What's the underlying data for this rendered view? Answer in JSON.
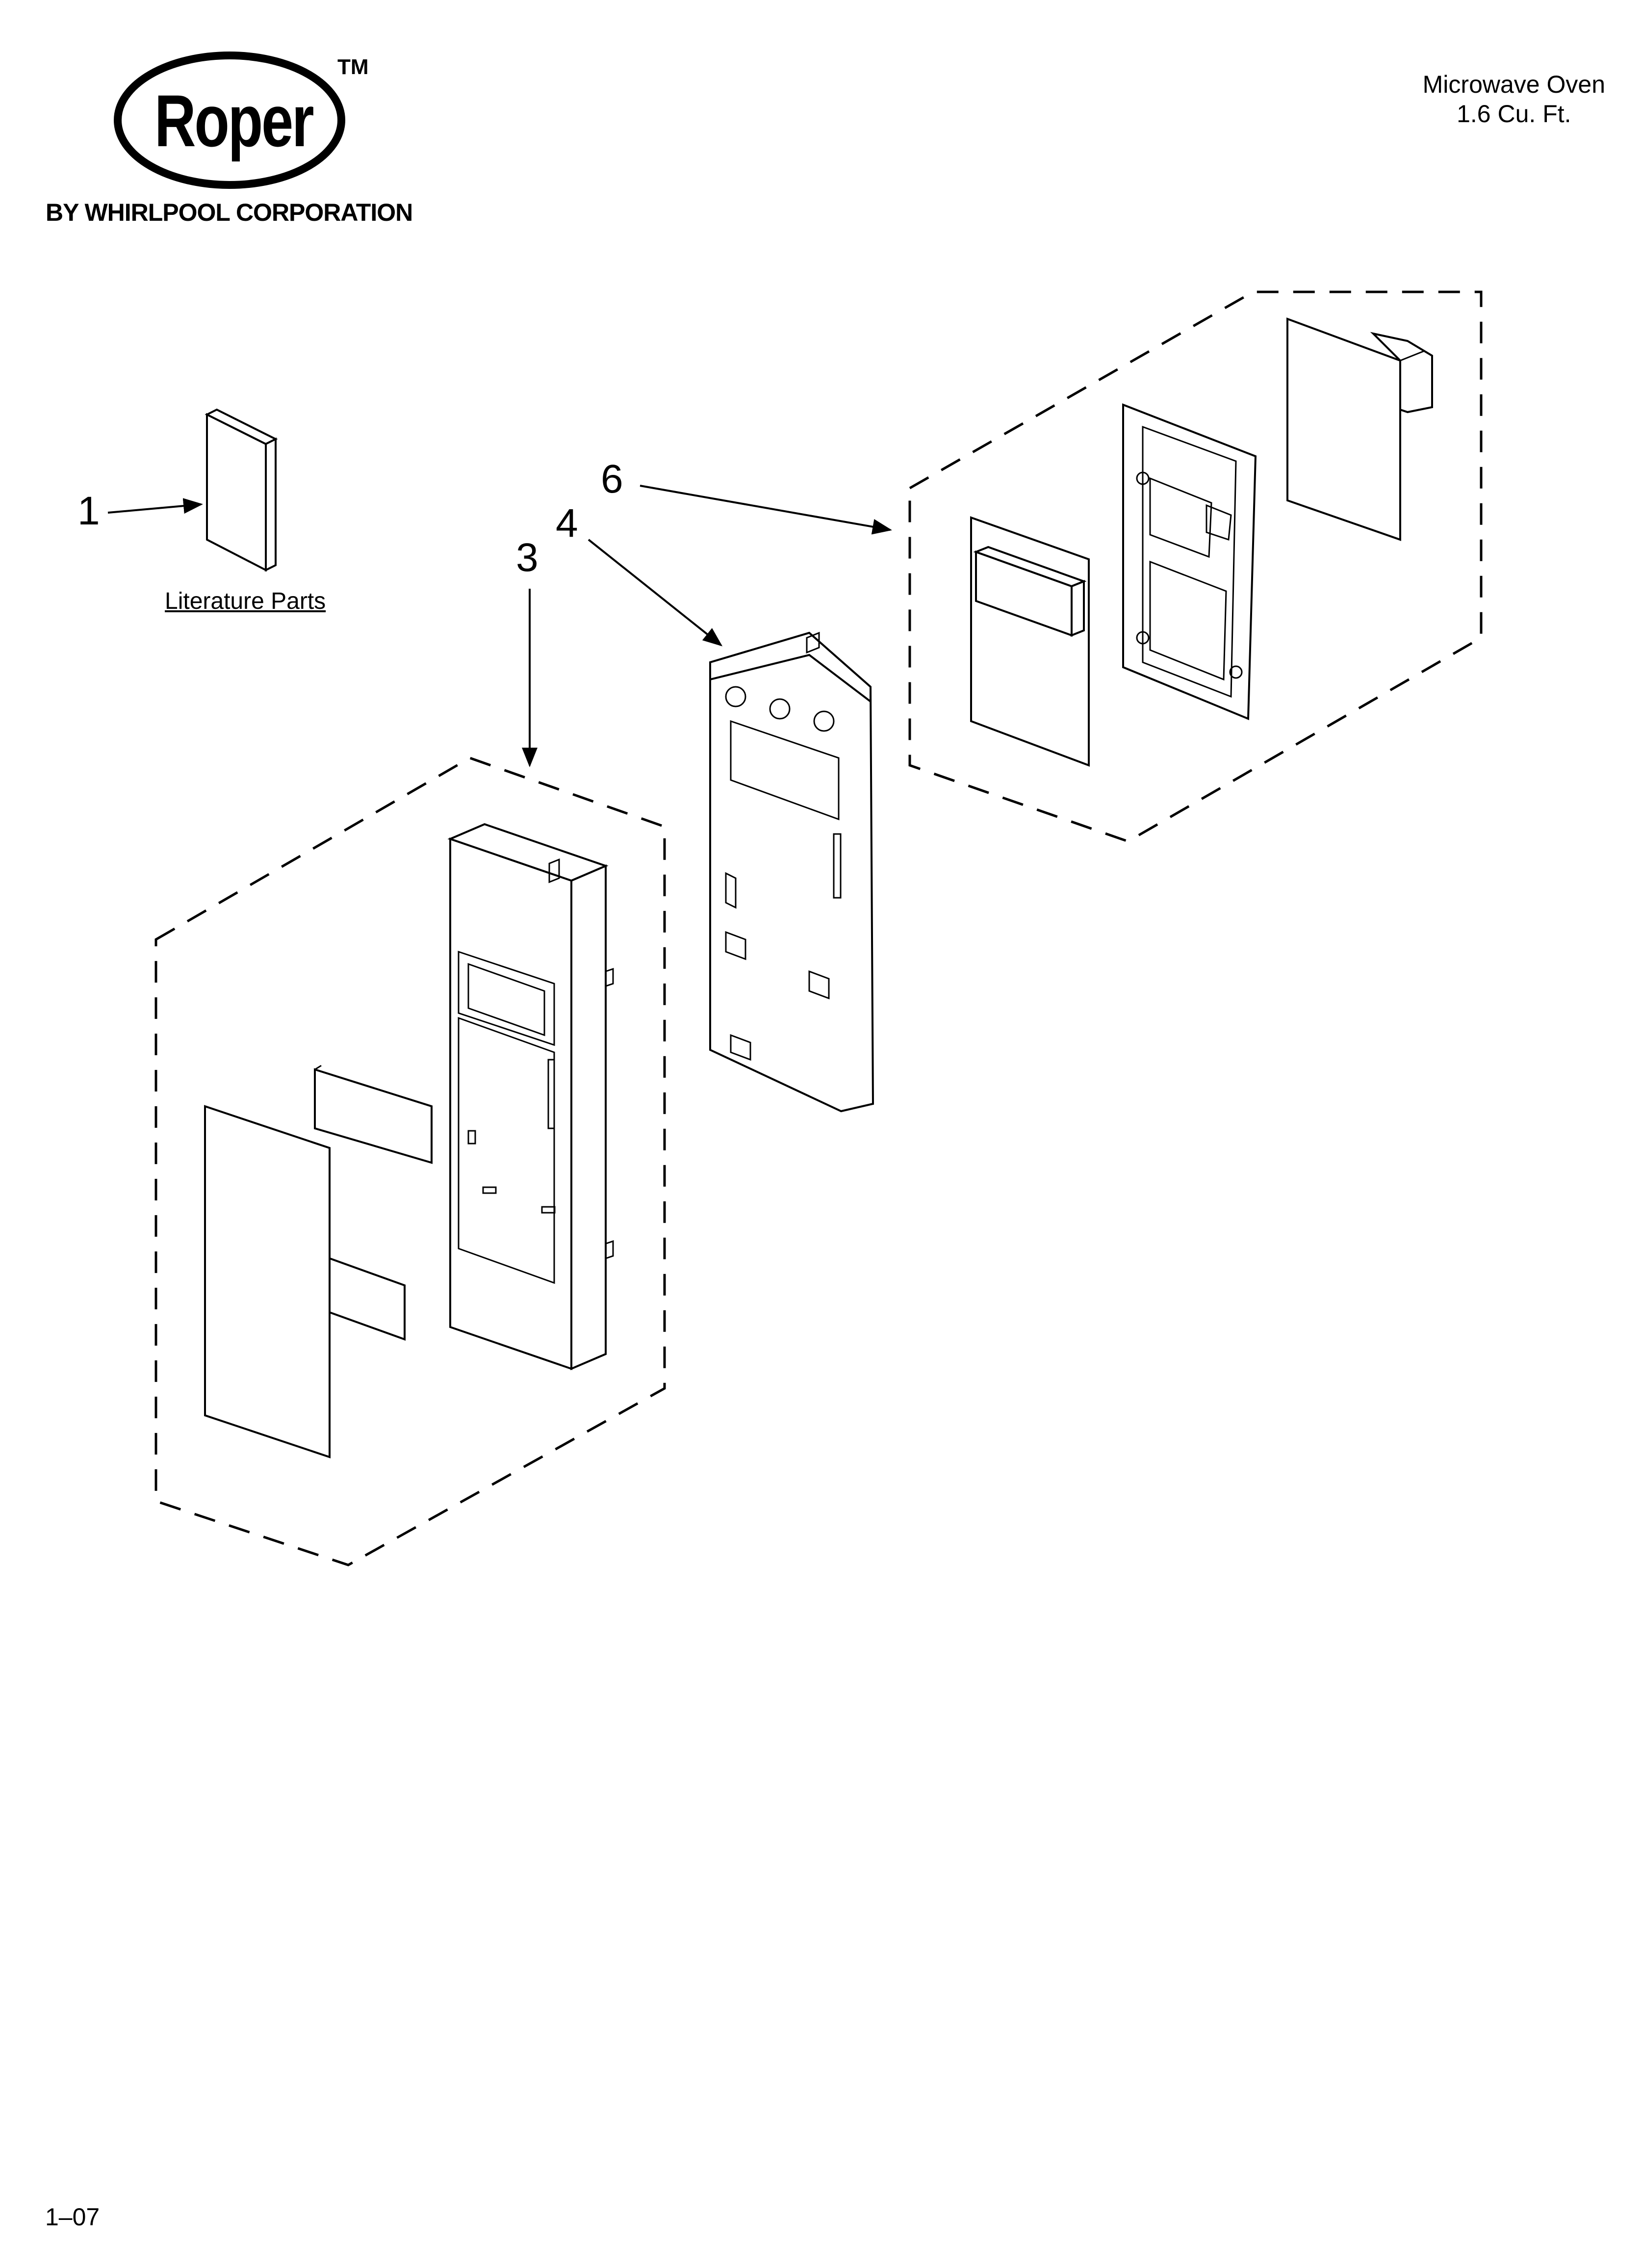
{
  "brand": {
    "name": "Roper",
    "trademark": "TM",
    "subtitle": "BY WHIRLPOOL CORPORATION"
  },
  "header": {
    "line1": "Microwave Oven",
    "line2": "1.6 Cu. Ft."
  },
  "literature": {
    "label": "Literature Parts"
  },
  "callouts": [
    "1",
    "6",
    "4",
    "3"
  ],
  "footer": {
    "code": "1–07"
  }
}
